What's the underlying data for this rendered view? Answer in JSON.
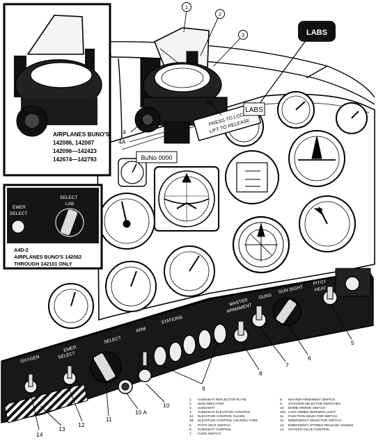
{
  "callouts": [
    "1",
    "2",
    "3",
    "4",
    "4A",
    "4B",
    "5",
    "6",
    "7",
    "8",
    "9",
    "10",
    "10 A",
    "11",
    "12",
    "13",
    "14"
  ],
  "labs_tag": "LABS",
  "lock_plate_text": [
    "PRESS TO LOCK",
    "LIFT TO RELEASE"
  ],
  "inset_top": {
    "caption": [
      "AIRPLANES BUNO'S",
      "142086, 142087",
      "142096—142423",
      "142674—142793"
    ]
  },
  "inset_mid": {
    "title_left": [
      "EMER",
      "SELECT"
    ],
    "title_right": [
      "SELECT",
      "LAB"
    ],
    "caption": [
      "A4D-2",
      "AIRPLANES BUNO'S 142082",
      "THROUGH 142101 ONLY"
    ]
  },
  "panel_labels": {
    "oxygen": "OXYGEN",
    "emer_select": [
      "EMER",
      "SELECT"
    ],
    "select": "SELECT",
    "arm": "ARM",
    "stations": "STATIONS",
    "master_armament": [
      "MASTER",
      "ARMAMENT"
    ],
    "guns": "GUNS",
    "gun_sight": "GUN SIGHT",
    "pitot_heat": [
      "PITOT",
      "HEAT"
    ],
    "bu_no": "BuNo 0000"
  },
  "legend": {
    "left": [
      {
        "n": "1.",
        "t": "GUNSIGHT REFLECTOR PLATE"
      },
      {
        "n": "2.",
        "t": "SKID INDICATOR"
      },
      {
        "n": "3.",
        "t": "GUNSIGHT"
      },
      {
        "n": "4.",
        "t": "GUNSIGHT ELEVATION CONTROL"
      },
      {
        "n": "4A.",
        "t": "ELEVATION CONTROL GUARD"
      },
      {
        "n": "4B.",
        "t": "ELEVATION CONTROL LOCKING YOKE"
      },
      {
        "n": "5.",
        "t": "PITOT HEAT SWITCH"
      },
      {
        "n": "6.",
        "t": "GUNSIGHT CONTROL"
      },
      {
        "n": "7.",
        "t": "GUNS SWITCH"
      }
    ],
    "right": [
      {
        "n": "8.",
        "t": "MASTER ARMAMENT SWITCH"
      },
      {
        "n": "9.",
        "t": "STATIONS SELECTOR SWITCHES"
      },
      {
        "n": "10.",
        "t": "BOMB ARMING SWITCH"
      },
      {
        "n": "10A.",
        "t": "LATD ARMED WARNING LIGHT"
      },
      {
        "n": "11.",
        "t": "FUNCTION SELECTOR SWITCH"
      },
      {
        "n": "12.",
        "t": "EMERGENCY SELECTOR SWITCH"
      },
      {
        "n": "13.",
        "t": "EMERGENCY STORES RELEASE HANDLE"
      },
      {
        "n": "14.",
        "t": "OXYGEN VALVE CONTROL"
      }
    ]
  }
}
